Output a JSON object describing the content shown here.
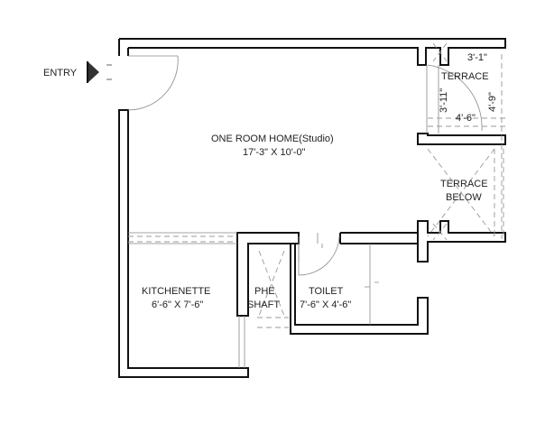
{
  "entry_label": "ENTRY",
  "rooms": {
    "main": {
      "name": "ONE ROOM HOME(Studio)",
      "size": "17'-3\" X 10'-0\""
    },
    "kitchenette": {
      "name": "KITCHENETTE",
      "size": "6'-6\" X 7'-6\""
    },
    "shaft": {
      "name": "PHE",
      "name2": "SHAFT"
    },
    "toilet": {
      "name": "TOILET",
      "size": "7'-6\" X 4'-6\""
    },
    "terrace": {
      "name": "TERRACE",
      "dim_top": "3'-1\"",
      "dim_left": "3'-11\"",
      "dim_bottom": "4'-6\"",
      "dim_right": "4'-9\""
    },
    "terrace_below": {
      "name": "TERRACE",
      "name2": "BELOW"
    }
  }
}
